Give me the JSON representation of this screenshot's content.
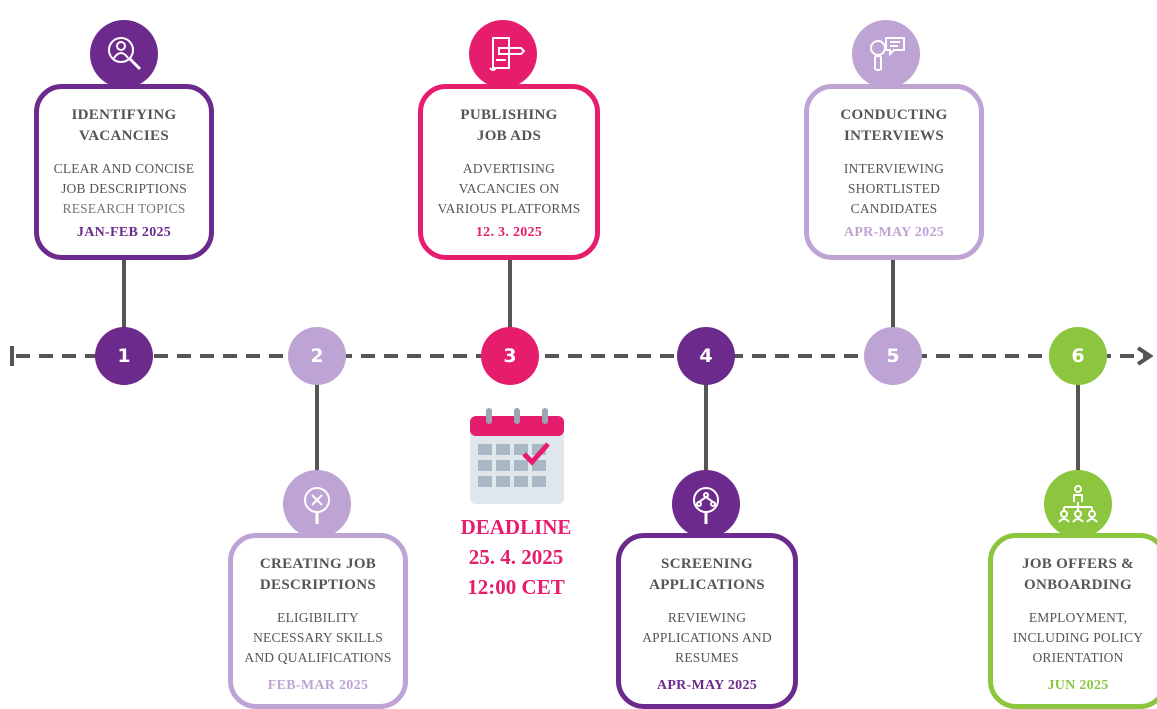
{
  "colors": {
    "dark_purple": "#6b2a8c",
    "light_purple": "#bda4d4",
    "pink": "#e61d6d",
    "green": "#8cc63f",
    "axis": "#555555"
  },
  "steps": [
    {
      "number": "1",
      "title": "IDENTIFYING\nVACANCIES",
      "desc_main": "CLEAR AND CONCISE\nJOB DESCRIPTIONS",
      "desc_extra": "RESEARCH TOPICS",
      "date": "JAN-FEB 2025",
      "icon": "magnifier-person-icon"
    },
    {
      "number": "2",
      "title": "CREATING JOB\nDESCRIPTIONS",
      "desc_main": "ELIGIBILITY\nNECESSARY SKILLS\nAND QUALIFICATIONS",
      "date": "FEB-MAR 2025",
      "icon": "magnifier-x-icon"
    },
    {
      "number": "3",
      "title": "PUBLISHING\nJOB ADS",
      "desc_main": "ADVERTISING\nVACANCIES ON\nVARIOUS PLATFORMS",
      "date": "12. 3. 2025",
      "icon": "scroll-pen-icon"
    },
    {
      "number": "4",
      "title": "SCREENING\nAPPLICATIONS",
      "desc_main": "REVIEWING\nAPPLICATIONS AND\nRESUMES",
      "date": "APR-MAY 2025",
      "icon": "magnifier-network-icon"
    },
    {
      "number": "5",
      "title": "CONDUCTING\nINTERVIEWS",
      "desc_main": "INTERVIEWING\nSHORTLISTED\nCANDIDATES",
      "date": "APR-MAY 2025",
      "icon": "microphone-chat-icon"
    },
    {
      "number": "6",
      "title": "JOB OFFERS &\nONBOARDING",
      "desc_main": "EMPLOYMENT,\nINCLUDING POLICY\nORIENTATION",
      "date": "JUN 2025",
      "icon": "org-chart-icon"
    }
  ],
  "deadline": {
    "label": "DEADLINE",
    "date": "25. 4. 2025",
    "time": "12:00 CET",
    "icon": "calendar-icon"
  }
}
